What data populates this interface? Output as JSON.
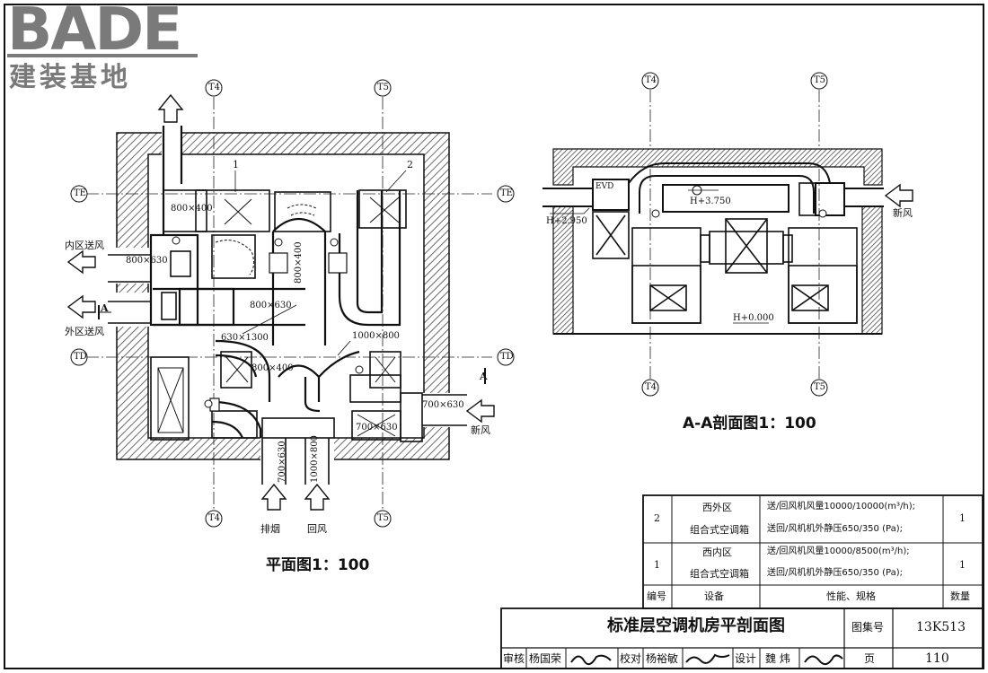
{
  "logo": {
    "brand": "BADE",
    "subtitle": "建装基地"
  },
  "plan": {
    "title": "平面图1：100",
    "axes": {
      "T4": "T4",
      "T5": "T5",
      "TE": "TE",
      "TD": "TD"
    },
    "section_mark": "A",
    "ahu_tags": {
      "one": "1",
      "two": "2"
    },
    "dims": {
      "d800x400_a": "800×400",
      "d800x630_a": "800×630",
      "d800x630_b": "800×630",
      "d800x400_b": "800×400",
      "d630x1300": "630×1300",
      "d1000x800_a": "1000×800",
      "d800x400_c": "800×400",
      "d700x630_a": "700×630",
      "d1000x800_b": "1000×800",
      "d700x630_b": "700×630",
      "d700x630_c": "700×630"
    },
    "labels": {
      "inner_supply": "内区送风",
      "outer_supply": "外区送风",
      "fresh_air": "新风",
      "exhaust": "排烟",
      "return_air": "回风"
    }
  },
  "section": {
    "title": "A-A剖面图1：100",
    "axes": {
      "T4": "T4",
      "T5": "T5"
    },
    "levels": {
      "h3750": "H+3.750",
      "h2950": "H+2.950",
      "h0": "H+0.000"
    },
    "evd": "EVD",
    "fresh_air": "新风"
  },
  "equipment_table": {
    "headers": {
      "no": "编号",
      "equip": "设备",
      "spec": "性能、规格",
      "qty": "数量"
    },
    "rows": [
      {
        "no": "2",
        "equip1": "西外区",
        "equip2": "组合式空调箱",
        "spec1": "送/回风机风量10000/10000(m³/h);",
        "spec2": "送回/风机机外静压650/350 (Pa);",
        "qty": "1"
      },
      {
        "no": "1",
        "equip1": "西内区",
        "equip2": "组合式空调箱",
        "spec1": "送/回风机风量10000/8500(m³/h);",
        "spec2": "送回/风机机外静压650/350 (Pa);",
        "qty": "1"
      }
    ]
  },
  "title_block": {
    "drawing_title": "标准层空调机房平剖面图",
    "atlas_label": "图集号",
    "atlas_no": "13K513",
    "page_label": "页",
    "page_no": "110",
    "review_label": "审核",
    "reviewer": "杨国荣",
    "check_label": "校对",
    "checker": "杨裕敏",
    "design_label": "设计",
    "designer": "魏 炜"
  }
}
